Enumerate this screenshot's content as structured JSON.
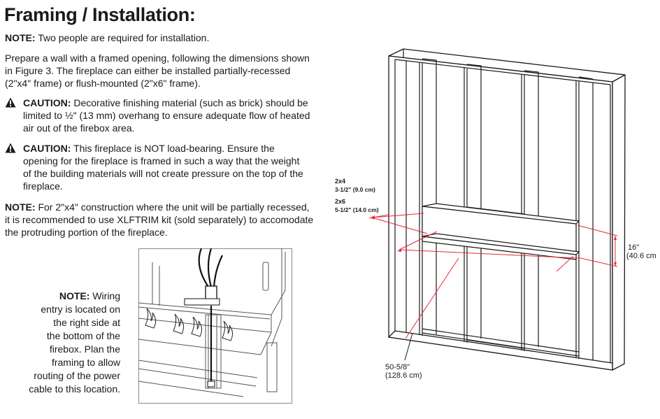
{
  "title": "Framing / Installation:",
  "note1": {
    "label": "NOTE:",
    "text": " Two people are required for installation."
  },
  "intro_lines": [
    "Prepare a wall with a framed opening, following the dimensions shown",
    "in Figure 3. The fireplace can either be installed partially-recessed",
    "(2\"x4\" frame) or flush-mounted (2\"x6\" frame)."
  ],
  "caution1": {
    "label": "CAUTION:",
    "first": " Decorative finishing material (such as brick) should be",
    "lines": [
      "limited to ½\" (13 mm) overhang to ensure adequate flow of heated",
      "air out of the firebox area."
    ]
  },
  "caution2": {
    "label": "CAUTION:",
    "first": " This fireplace is NOT load-bearing. Ensure the",
    "lines": [
      "opening for the fireplace is framed in such a way that the weight",
      "of the building materials will not create pressure on the top of the",
      "fireplace."
    ]
  },
  "note2": {
    "label": "NOTE:",
    "first": " For 2\"x4\" construction where the unit will be partially recessed,",
    "lines": [
      "it is recommended to use XLFTRIM kit (sold separately) to accomodate",
      "the protruding portion of the fireplace."
    ]
  },
  "wiring_note": {
    "label": "NOTE:",
    "first": " Wiring",
    "lines": [
      "entry is located on",
      "the right side at",
      "the bottom of the",
      "firebox. Plan the",
      "framing to allow",
      "routing of the power",
      "cable to this location."
    ]
  },
  "figure": {
    "depth_2x4_title": "2x4",
    "depth_2x4_value": "3-1/2\" (9.0 cm)",
    "depth_2x6_title": "2x6",
    "depth_2x6_value": "5-1/2\" (14.0 cm)",
    "height_in": "16\"",
    "height_cm": "(40.6 cm",
    "width_in": "50-5/8\"",
    "width_cm": "(128.6 cm)"
  },
  "colors": {
    "dimension_red": "#e8283a",
    "line": "#1a1a1a",
    "inset_gray": "#8a8a8a"
  }
}
